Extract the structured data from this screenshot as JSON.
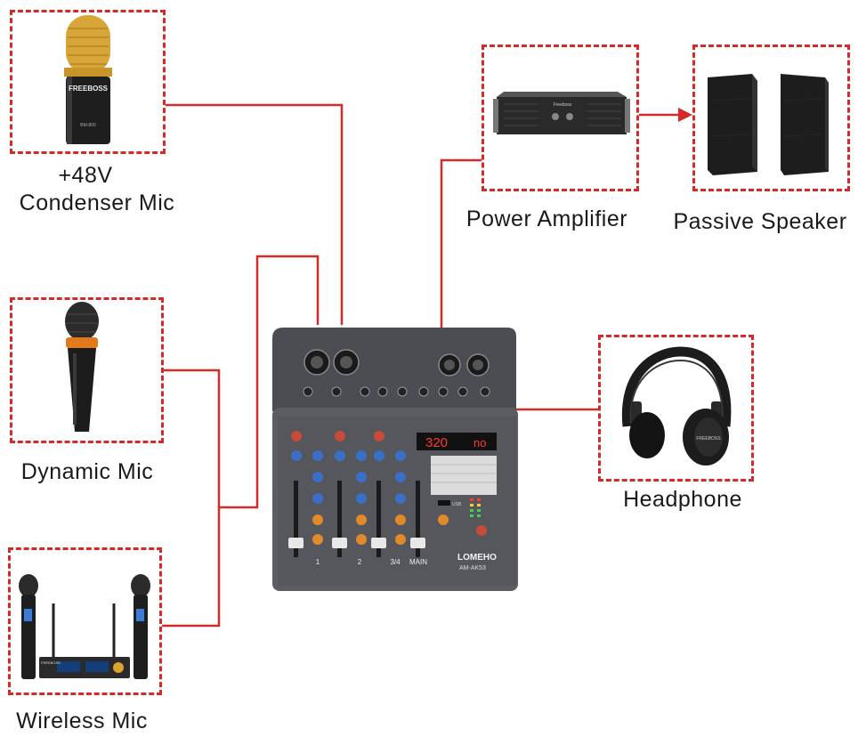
{
  "devices": {
    "condenser_mic": {
      "label_line1": "+48V",
      "label_line2": "Condenser Mic",
      "brand": "FREEBOSS",
      "model": "BM-800"
    },
    "dynamic_mic": {
      "label": "Dynamic Mic"
    },
    "wireless_mic": {
      "label": "Wireless Mic",
      "brand": "FREEBOSS"
    },
    "power_amplifier": {
      "label": "Power Amplifier",
      "brand": "Freeboss"
    },
    "passive_speaker": {
      "label": "Passive Speaker"
    },
    "headphone": {
      "label": "Headphone",
      "brand": "FREEBOSS"
    }
  },
  "mixer": {
    "brand": "LOMEHO",
    "model": "AM-AK53",
    "display": "320",
    "display_right": "no",
    "channels": [
      "1",
      "2",
      "3/4",
      "MAIN"
    ],
    "usb": "USB"
  },
  "colors": {
    "connector_line": "#d42a2a",
    "box_border": "#d42a2a",
    "arrow": "#d42a2a"
  }
}
